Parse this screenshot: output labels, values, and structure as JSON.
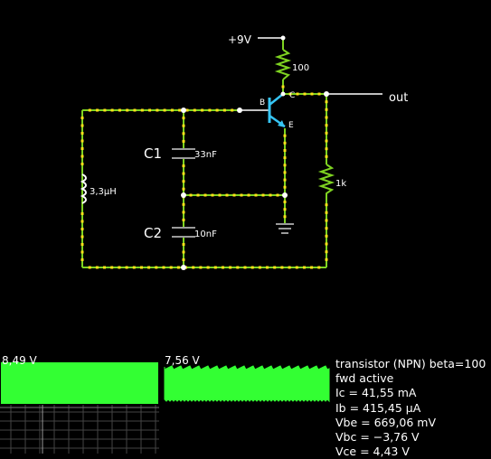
{
  "circuit": {
    "supply_label": "+9V",
    "output_label": "out",
    "c1_name": "C1",
    "c1_value": "33nF",
    "c2_name": "C2",
    "c2_value": "10nF",
    "inductor_value": "3,3µH",
    "r_collector_value": "100",
    "r_emitter_value": "1k",
    "transistor_base": "B",
    "transistor_collector": "C",
    "transistor_emitter": "E"
  },
  "scopes": [
    {
      "label": "8,49 V",
      "color": "#33ff33"
    },
    {
      "label": "7,56 V",
      "color": "#33ff33"
    }
  ],
  "info": {
    "title": "transistor (NPN) beta=100",
    "mode": "fwd active",
    "ic": "Ic = 41,55 mA",
    "ib": "Ib = 415,45 µA",
    "vbe": "Vbe = 669,06 mV",
    "vbc": "Vbc = −3,76 V",
    "vce": "Vce = 4,43 V"
  }
}
